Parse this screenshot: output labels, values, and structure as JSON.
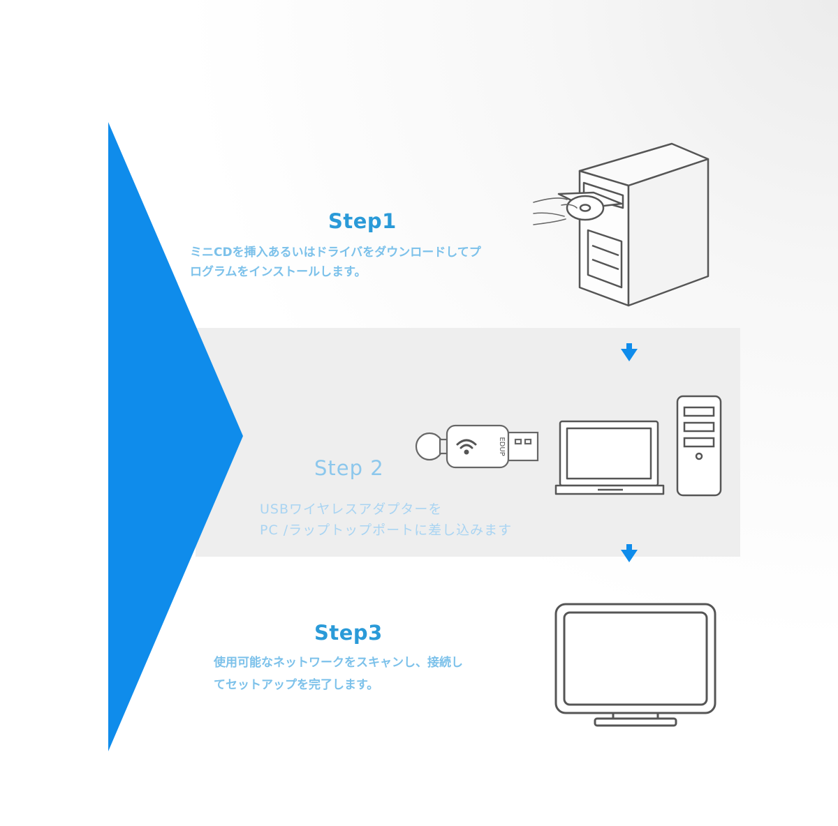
{
  "colors": {
    "accent_blue": "#0f8ceb",
    "title_blue": "#2a9ad8",
    "text_blue": "#7cc1ea",
    "band_gray": "#eeeeee",
    "line_gray": "#555555"
  },
  "step1": {
    "title": "Step1",
    "desc_line1": "ミニCDを挿入あるいはドライバをダウンロードしてプ",
    "desc_line2": "ログラムをインストールします。",
    "icon": "pc-tower-cd-insert-icon"
  },
  "step2": {
    "title": "Step 2",
    "desc_line1": "USBワイヤレスアダプターを",
    "desc_line2": "PC /ラップトップポートに差し込みます",
    "icons": [
      "usb-wifi-adapter-icon",
      "laptop-icon",
      "desktop-tower-icon"
    ],
    "adapter_label": "EDUP"
  },
  "step3": {
    "title": "Step3",
    "desc_line1": "使用可能なネットワークをスキャンし、接続し",
    "desc_line2": "てセットアップを完了します。",
    "icon": "monitor-icon"
  },
  "arrows": [
    "arrow-down-icon",
    "arrow-down-icon"
  ]
}
